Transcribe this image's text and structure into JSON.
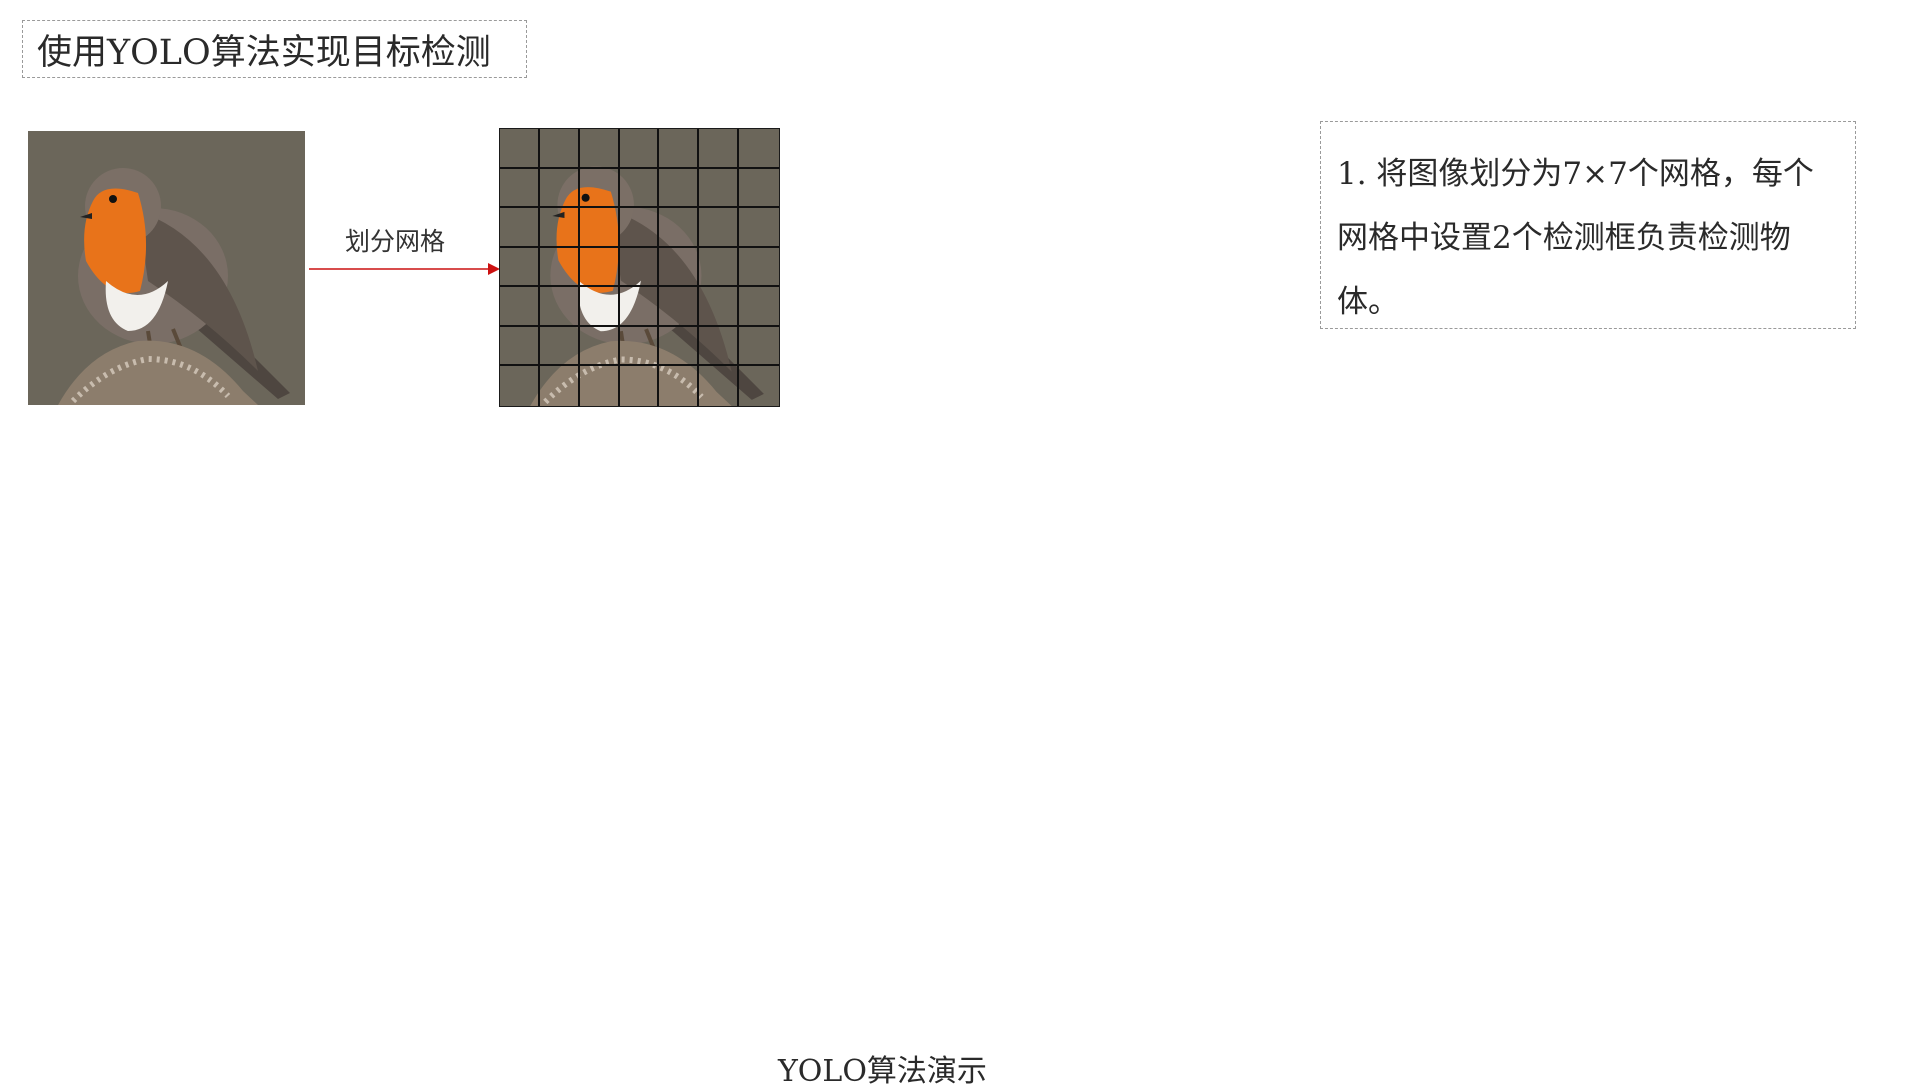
{
  "slide": {
    "title": "使用YOLO算法实现目标检测",
    "arrow_label": "划分网格",
    "description": "1. 将图像划分为7×7个网格，每个网格中设置2个检测框负责检测物体。",
    "caption": "YOLO算法演示"
  },
  "images": {
    "original": "robin-photo",
    "gridded": "robin-photo-with-7x7-grid",
    "grid_size": 7
  },
  "colors": {
    "arrow": "#cc1111",
    "grid_lines": "#111111",
    "photo_background": "#6b665a",
    "robin_breast": "#e8731a"
  }
}
